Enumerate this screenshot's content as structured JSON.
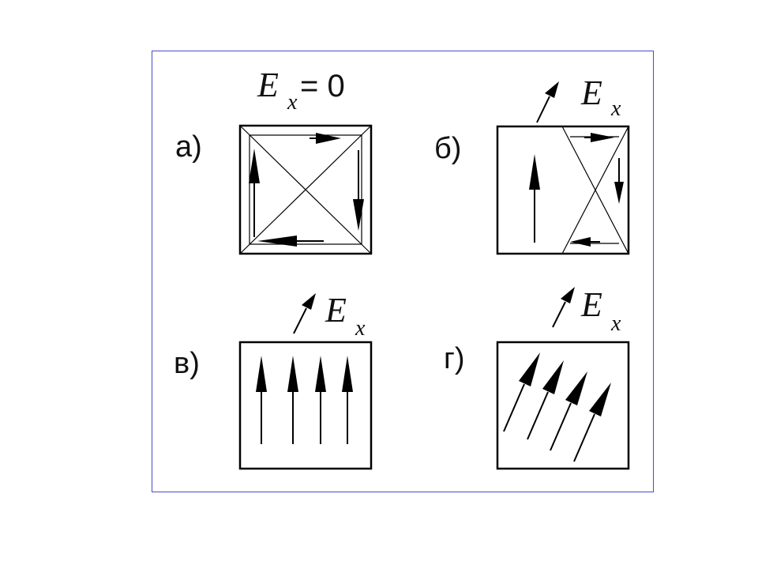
{
  "colors": {
    "frame": "#4a4ad0",
    "ink": "#000000",
    "background": "#ffffff"
  },
  "panels": [
    {
      "label": "а)",
      "field_symbol": "E",
      "field_subscript": "x",
      "field_suffix": " = 0",
      "field_arrow": false
    },
    {
      "label": "б)",
      "field_symbol": "E",
      "field_subscript": "x",
      "field_suffix": "",
      "field_arrow": true
    },
    {
      "label": "в)",
      "field_symbol": "E",
      "field_subscript": "x",
      "field_suffix": "",
      "field_arrow": true
    },
    {
      "label": "г)",
      "field_symbol": "E",
      "field_subscript": "x",
      "field_suffix": "",
      "field_arrow": true
    }
  ]
}
